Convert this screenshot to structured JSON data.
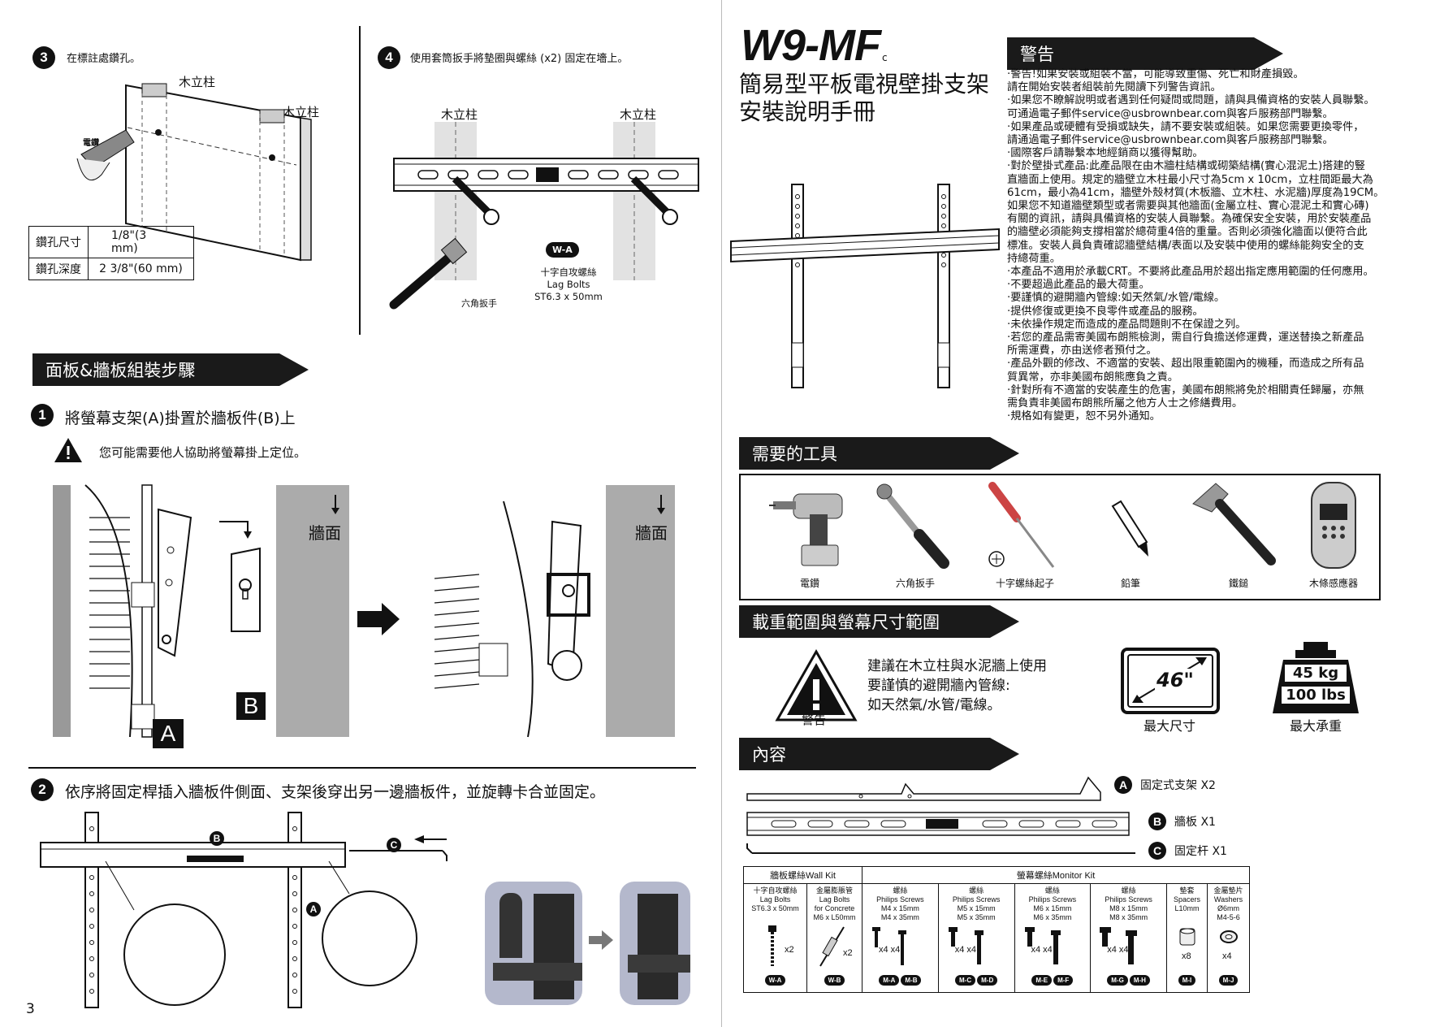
{
  "left_page": {
    "page_number": "3",
    "step3": {
      "num": "3",
      "text": "在標註處鑽孔。",
      "stud1": "木立柱",
      "stud2": "木立柱",
      "drill_label": "電鑽",
      "table": [
        {
          "k": "鑽孔尺寸",
          "v": "1/8\"(3 mm)"
        },
        {
          "k": "鑽孔深度",
          "v": "2 3/8\"(60 mm)"
        }
      ]
    },
    "step4": {
      "num": "4",
      "text": "使用套筒扳手將墊圈與螺絲 (x2) 固定在墻上。",
      "stud1": "木立柱",
      "stud2": "木立柱",
      "tag": "W-A",
      "bolt_label_1": "十字自攻螺絲",
      "bolt_label_2": "Lag Bolts",
      "bolt_label_3": "ST6.3 x 50mm",
      "wrench": "六角扳手"
    },
    "section_banner": "面板&牆板組裝步驟",
    "step1": {
      "num": "1",
      "text": "將螢幕支架(A)掛置於牆板件(B)上",
      "warning": "您可能需要他人協助將螢幕掛上定位。",
      "wall1": "牆面",
      "wall2": "牆面",
      "label_a": "A",
      "label_b": "B"
    },
    "step2": {
      "num": "2",
      "text": "依序將固定桿插入牆板件側面、支架後穿出另一邊牆板件，並旋轉卡合並固定。",
      "label_b": "B",
      "label_c": "C",
      "label_a": "A"
    }
  },
  "right_page": {
    "model": "W9-MF",
    "model_suffix": "c",
    "title_line1": "簡易型平板電視壁掛支架",
    "title_line2": "安裝說明手冊",
    "warning_banner": "警告",
    "warnings": [
      "·警告!如果安裝或組裝不當，可能導致重傷、死亡和財產損毀。",
      "  請在開始安裝者組裝前先閱讀下列警告資訊。",
      "·如果您不瞭解說明或者遇到任何疑問或問題，請與具備資格的安裝人員聯繫。",
      "  可通過電子郵件service@usbrownbear.com與客戶服務部門聯繫。",
      "·如果產品或硬體有受損或缺失，請不要安裝或組裝。如果您需要更換零件，",
      "  請通過電子郵件service@usbrownbear.com與客戶服務部門聯繫。",
      "·國際客戶請聯繫本地經銷商以獲得幫助。",
      "·對於壁掛式產品:此產品限在由木牆柱結構或砌築結構(實心混泥土)搭建的豎",
      "  直牆面上使用。規定的牆壁立木柱最小尺寸為5cm x 10cm，立柱間距最大為",
      "  61cm，最小為41cm，牆壁外殼材質(木板牆、立木柱、水泥牆)厚度為19CM。",
      "  如果您不知道牆壁類型或者需要與其他牆面(金屬立柱、實心混泥土和實心磚)",
      "  有關的資訊，請與具備資格的安裝人員聯繫。為確保安全安裝，用於安裝產品",
      "  的牆壁必須能夠支撐相當於總荷重4倍的重量。否則必須強化牆面以便符合此",
      "  標准。安裝人員負責確認牆壁結構/表面以及安裝中使用的螺絲能夠安全的支",
      "  持總荷重。",
      "·本產品不適用於承載CRT。不要將此產品用於超出指定應用範圍的任何應用。",
      "·不要超過此產品的最大荷重。",
      "·要謹慎的避開牆內管線:如天然氣/水管/電線。",
      "·提供修復或更換不良零件或產品的服務。",
      "·未依操作規定而造成的產品問題則不在保證之列。",
      "·若您的產品需寄美國布朗熊檢測，需自行負擔送修運費，運送替換之新產品",
      "  所需運費，亦由送修者預付之。",
      "·產品外觀的修改、不適當的安裝、超出限重範圍內的機種，而造成之所有品",
      "  質異常，亦非美國布朗熊應負之責。",
      "·針對所有不適當的安裝產生的危害，美國布朗熊將免於相關責任歸屬，亦無",
      "  需負責非美國布朗熊所屬之他方人士之修繕費用。",
      "·規格如有變更，恕不另外通知。"
    ],
    "tools_banner": "需要的工具",
    "tools": [
      "電鑽",
      "六角扳手",
      "十字螺絲起子",
      "鉛筆",
      "鐵鎚",
      "木條感應器"
    ],
    "load_banner": "載重範圍與螢幕尺寸範圍",
    "load_note": [
      "建議在木立柱與水泥牆上使用",
      "要謹慎的避開牆內管線:",
      "如天然氣/水管/電線。"
    ],
    "load_warning_label": "警告",
    "screen_size": "46\"",
    "max_size_label": "最大尺寸",
    "weight_kg": "45 kg",
    "weight_lbs": "100 lbs",
    "max_load_label": "最大承重",
    "contents_banner": "內容",
    "contents": [
      {
        "tag": "A",
        "label": "固定式支架 X2"
      },
      {
        "tag": "B",
        "label": "牆板 X1"
      },
      {
        "tag": "C",
        "label": "固定杆 X1"
      }
    ],
    "kit_headers": {
      "wall": "牆板螺絲Wall  Kit",
      "monitor": "螢幕螺絲Monitor  Kit"
    },
    "kit_cols": [
      {
        "spec": [
          "十字自攻螺絲",
          "Lag Bolts",
          "ST6.3 x 50mm"
        ],
        "qty": "x2",
        "tags": [
          "W-A"
        ]
      },
      {
        "spec": [
          "金屬膨脹管",
          "Lag Bolts",
          "for Concrete",
          "M6 x L50mm"
        ],
        "qty": "x2",
        "tags": [
          "W-B"
        ]
      },
      {
        "spec": [
          "螺絲",
          "Philips Screws",
          "M4 x 15mm",
          "M4 x 35mm"
        ],
        "qty": "x4  x4",
        "tags": [
          "M-A",
          "M-B"
        ]
      },
      {
        "spec": [
          "螺絲",
          "Philips Screws",
          "M5 x 15mm",
          "M5 x 35mm"
        ],
        "qty": "x4  x4",
        "tags": [
          "M-C",
          "M-D"
        ]
      },
      {
        "spec": [
          "螺絲",
          "Philips Screws",
          "M6 x 15mm",
          "M6 x 35mm"
        ],
        "qty": "x4  x4",
        "tags": [
          "M-E",
          "M-F"
        ]
      },
      {
        "spec": [
          "螺絲",
          "Philips Screws",
          "M8 x 15mm",
          "M8 x 35mm"
        ],
        "qty": "x4  x4",
        "tags": [
          "M-G",
          "M-H"
        ]
      },
      {
        "spec": [
          "墊套",
          "Spacers",
          "L10mm"
        ],
        "qty": "x8",
        "tags": [
          "M-I"
        ]
      },
      {
        "spec": [
          "金屬墊片",
          "Washers",
          "Ø6mm",
          "M4-5-6"
        ],
        "qty": "x4",
        "tags": [
          "M-J"
        ]
      }
    ]
  }
}
